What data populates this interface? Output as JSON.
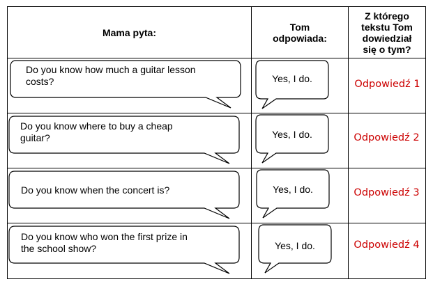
{
  "header": {
    "mama_label": "Mama pyta:",
    "tom_label": "Tom\nodpowiada:",
    "source_label": "Z którego\ntekstu Tom\ndowiedział\nsię o tym?"
  },
  "rows": [
    {
      "question": "Do you know how much a guitar lesson\ncosts?",
      "answer": "Yes, I do.",
      "source": "Odpowiedź 1"
    },
    {
      "question": "Do you know where to buy a cheap\nguitar?",
      "answer": "Yes, I do.",
      "source": "Odpowiedź 2"
    },
    {
      "question": "Do you know when the concert is?",
      "answer": "Yes, I do.",
      "source": "Odpowiedź 3"
    },
    {
      "question": "Do you know who won the first prize in\nthe school show?",
      "answer": "Yes, I do.",
      "source": "Odpowiedź 4"
    }
  ],
  "colors": {
    "border": "#000000",
    "answer_text": "#cc0000"
  },
  "icons": {
    "question_bubble": "speech-bubble-tail-bottom-right",
    "answer_bubble": "speech-bubble-tail-bottom-left"
  }
}
